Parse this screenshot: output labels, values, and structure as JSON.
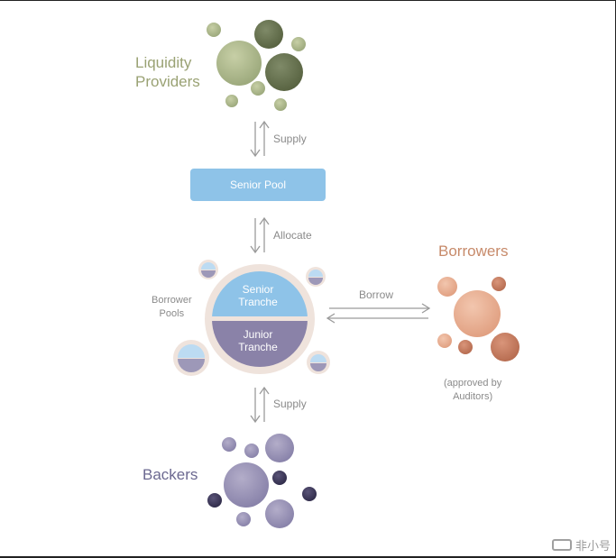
{
  "labels": {
    "liquidity_providers": [
      "Liquidity",
      "Providers"
    ],
    "borrowers": "Borrowers",
    "backers": "Backers",
    "supply_top": "Supply",
    "senior_pool": "Senior Pool",
    "allocate": "Allocate",
    "borrower_pools": [
      "Borrower",
      "Pools"
    ],
    "senior_tranche": [
      "Senior",
      "Tranche"
    ],
    "junior_tranche": [
      "Junior",
      "Tranche"
    ],
    "borrow": "Borrow",
    "approved": [
      "(approved by",
      "Auditors)"
    ],
    "supply_bottom": "Supply"
  },
  "watermark": "非小号",
  "colors": {
    "liquidity_green": "#9aa274",
    "senior_blue": "#8ec3e8",
    "junior_purple": "#8a82a8",
    "borrower_peach": "#e0a486",
    "backer_purple": "#6b6890",
    "arrow_gray": "#9a9a9a"
  }
}
